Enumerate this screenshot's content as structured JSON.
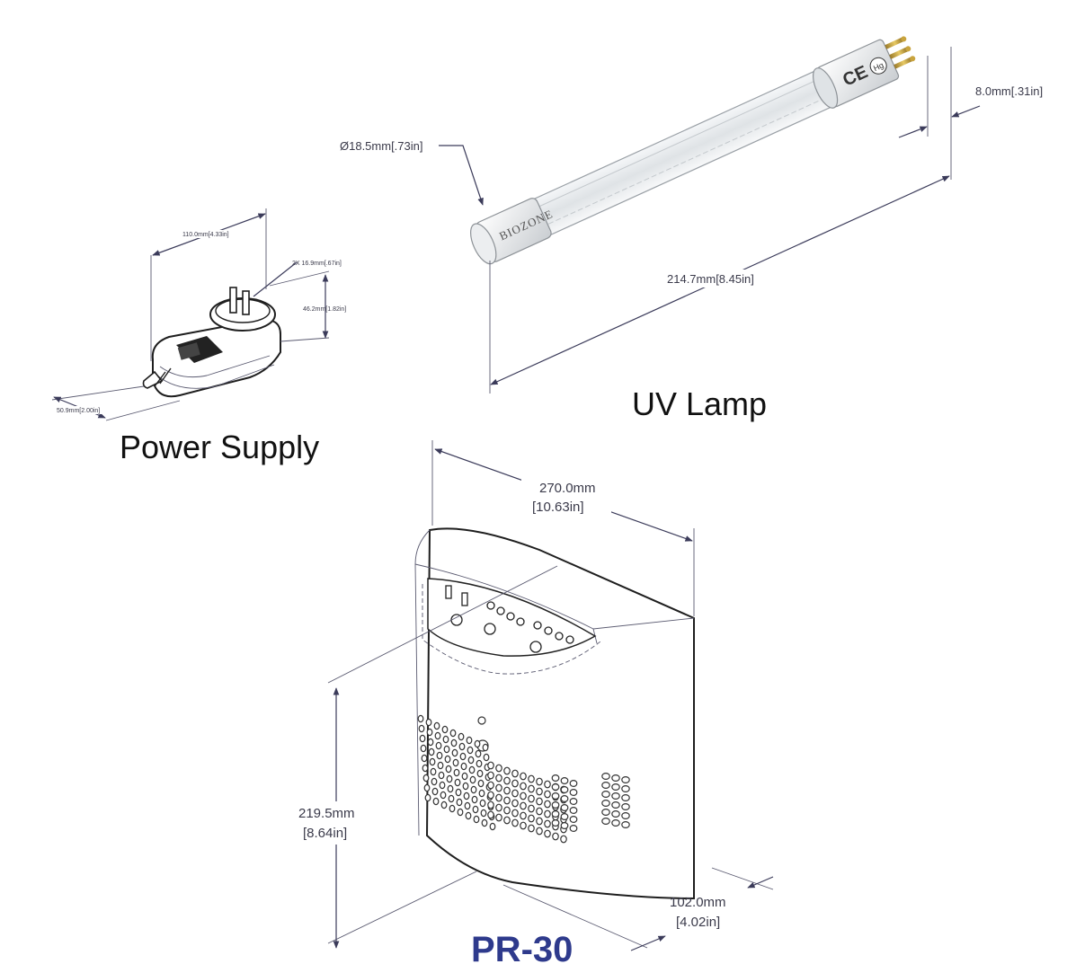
{
  "captions": {
    "power_supply": "Power Supply",
    "uv_lamp": "UV Lamp",
    "product": "PR-30"
  },
  "colors": {
    "product_label": "#2e3a8c",
    "dimension_lines": "#3b3b5a"
  },
  "uv_lamp": {
    "diameter": "Ø18.5mm[.73in]",
    "pin_length": "8.0mm[.31in]",
    "length": "214.7mm[8.45in]",
    "brand_text": "BIOZONE",
    "markings": [
      "CE",
      "Hg"
    ]
  },
  "power_supply": {
    "width": "110.0mm[4.33in]",
    "prong_spacing": "2X 16.9mm[.67in]",
    "height": "46.2mm[1.82in]",
    "depth": "50.9mm[2.00in]"
  },
  "pr30": {
    "width_mm": "270.0mm",
    "width_in": "[10.63in]",
    "height_mm": "219.5mm",
    "height_in": "[8.64in]",
    "depth_mm": "102.0mm",
    "depth_in": "[4.02in]"
  }
}
